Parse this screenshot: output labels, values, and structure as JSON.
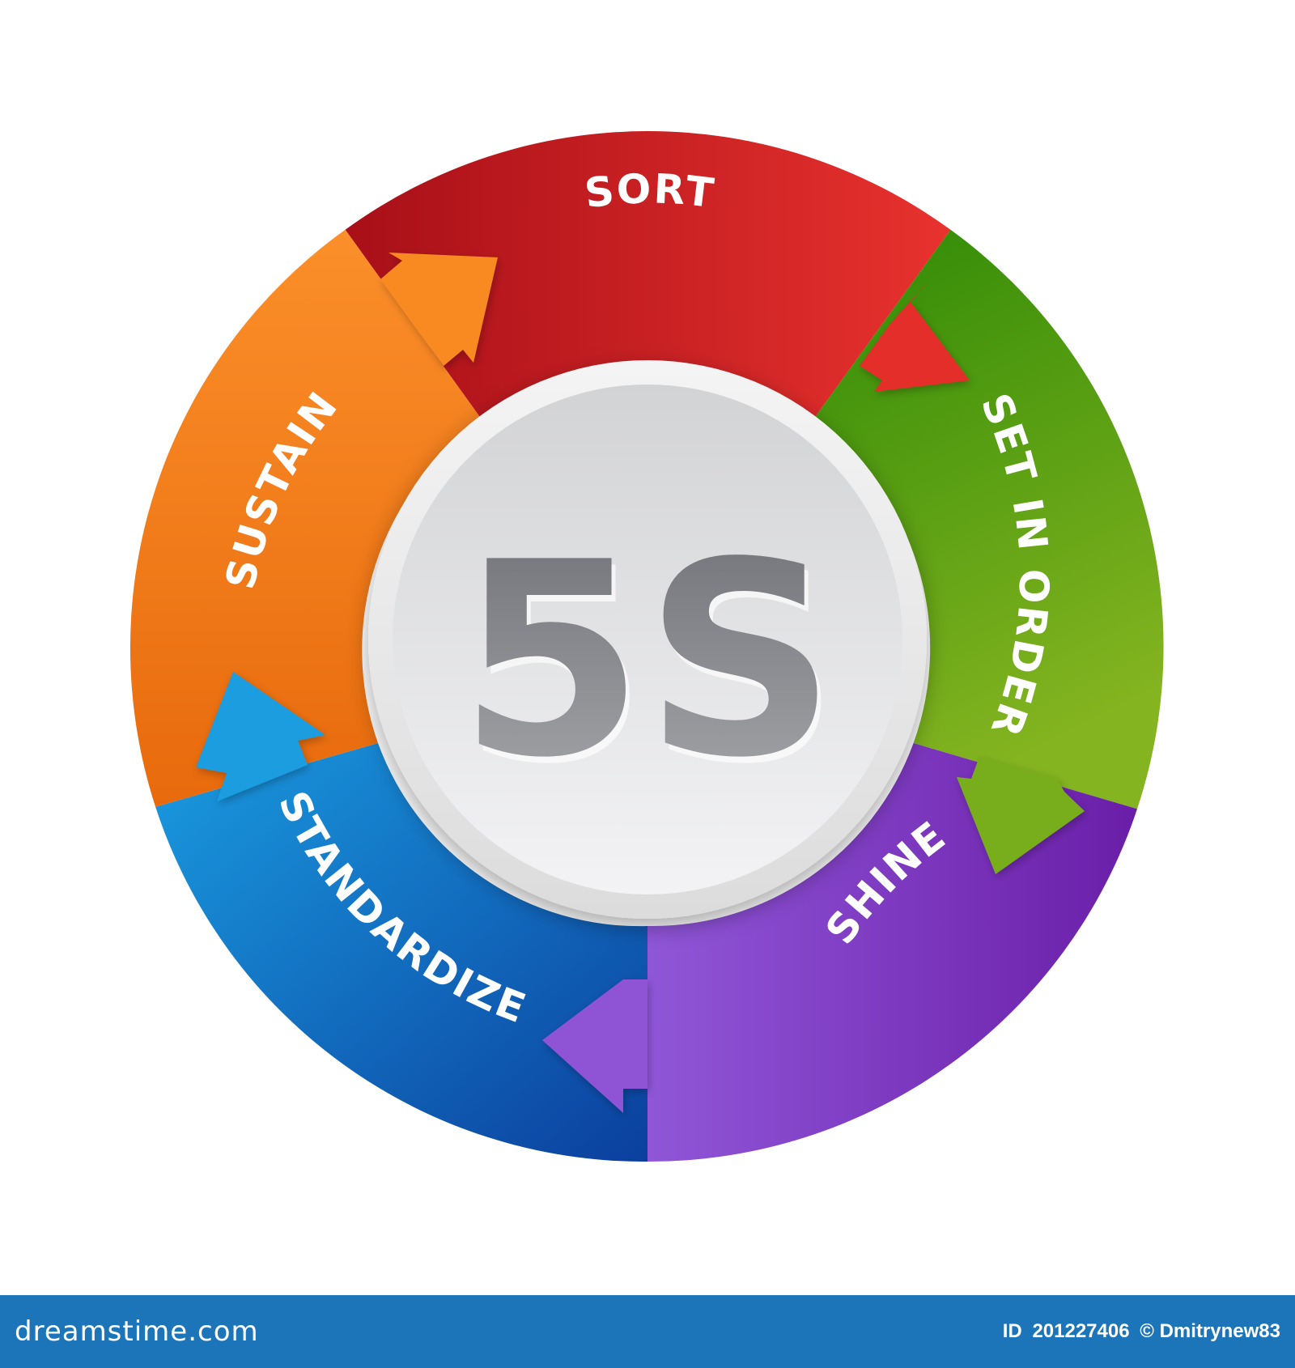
{
  "diagram": {
    "center_label": "5S",
    "steps": [
      {
        "id": "sort",
        "label": "SORT",
        "color": "#c91f24"
      },
      {
        "id": "set-in-order",
        "label": "SET IN ORDER",
        "color": "#4e9a15"
      },
      {
        "id": "shine",
        "label": "SHINE",
        "color": "#7a33b8"
      },
      {
        "id": "standardize",
        "label": "STANDARDIZE",
        "color": "#0a5fbf"
      },
      {
        "id": "sustain",
        "label": "SUSTAIN",
        "color": "#ee7a17"
      }
    ]
  },
  "footer": {
    "site": "dreamstime.com",
    "id_label": "ID",
    "id_value": "201227406",
    "author": "© Dmitrynew83",
    "bg_color": "#1b75b8"
  }
}
